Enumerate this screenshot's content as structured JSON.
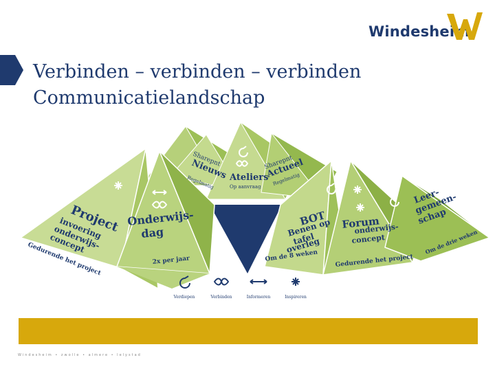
{
  "logo": {
    "text": "Windesheim"
  },
  "title": {
    "line1": "Verbinden – verbinden – verbinden",
    "line2": "Communicatielandschap"
  },
  "diagram": {
    "pyramids": {
      "project": {
        "title": "Project",
        "subtitle": [
          "invoering",
          "onderwijs-",
          "concept"
        ],
        "base": "Gedurende het project"
      },
      "onderwijsdag": {
        "title": [
          "Onderwijs-",
          "dag"
        ],
        "base": "2x per jaar"
      },
      "sharepoint_nieuws": {
        "title": [
          "Sharepnt",
          "Nieuws"
        ],
        "base": "Regelmatig"
      },
      "ateliers": {
        "title": "Ateliers",
        "base": "Op aanvraag"
      },
      "sharepoint_actueel": {
        "title": [
          "Sharepnt",
          "Actueel"
        ],
        "base": "Regelmatig"
      },
      "bot": {
        "title": "BOT",
        "subtitle": [
          "Benen op",
          "tafel",
          "overleg"
        ],
        "base": "Om de 8 weken"
      },
      "forum": {
        "title": "Forum",
        "subtitle": [
          "onderwijs-",
          "concept"
        ],
        "base": "Gedurende het project"
      },
      "leergemeenschap": {
        "title": [
          "Leer-",
          "gemeen-",
          "schap"
        ],
        "base": "Om de drie weken"
      }
    },
    "legend": [
      {
        "icon": "verdiepen-icon",
        "label": "Verdiepen"
      },
      {
        "icon": "verbinden-icon",
        "label": "Verbinden"
      },
      {
        "icon": "informeren-icon",
        "label": "Informeren"
      },
      {
        "icon": "inspireren-icon",
        "label": "Inspireren"
      }
    ]
  },
  "footer": {
    "text": "Windesheim • zwolle • almere • lelystad"
  },
  "colors": {
    "navy": "#1f3a6e",
    "yellow": "#d7a80c",
    "light_green": "#c3d98c",
    "mid_green": "#a3c45f",
    "dark_green": "#7ba33a"
  }
}
